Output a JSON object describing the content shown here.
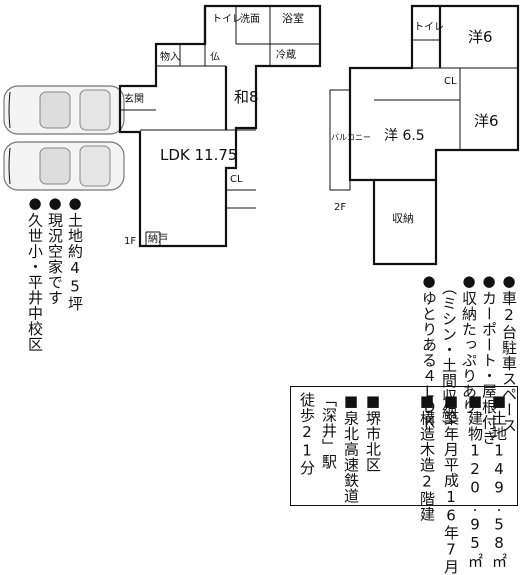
{
  "floor_plan": {
    "first_floor": {
      "level": "1F",
      "rooms": {
        "toilet": "トイレ",
        "bath": "浴室",
        "washroom": "洗面",
        "fridge": "冷蔵",
        "storage": "物入",
        "shoebox": "仏",
        "entrance": "玄関",
        "japanese_room": "和8",
        "ldk": "LDK\n11.75",
        "closet": "CL",
        "pantry": "納戸"
      }
    },
    "second_floor": {
      "level": "2F",
      "rooms": {
        "toilet": "トイレ",
        "western_a": "洋6",
        "western_b": "洋6",
        "western_c": "洋\n6.5",
        "balcony": "バルコニー",
        "storage": "収納",
        "closet": "CL"
      }
    }
  },
  "notes": [
    "●土地約45坪",
    "●現況空家です",
    "●久世小・平井中校区"
  ],
  "features": [
    "●車2台駐車スペース",
    "●カーポート・屋根付き",
    "●収納たっぷりあり",
    "　（ミシン・土間収納）",
    "●ゆとりある４ＬＤＫ"
  ],
  "specs": [
    {
      "label": "■土地",
      "value": "149.58㎡"
    },
    {
      "label": "■建物",
      "value": "120.95㎡"
    },
    {
      "label": "■築年月",
      "value": "平成16年7月"
    },
    {
      "label": "■構造",
      "value": "木造2階建"
    }
  ],
  "location": [
    "■堺市北区",
    "■泉北高速鉄道",
    "「深井」駅",
    "徒歩21分"
  ],
  "icons": {
    "car_top": "car-icon",
    "car_bottom": "car-icon"
  }
}
